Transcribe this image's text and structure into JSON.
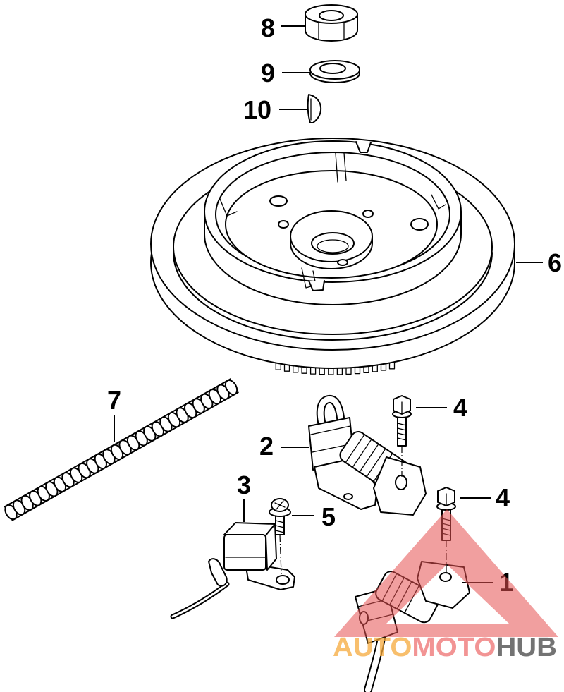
{
  "callouts": {
    "nut": "8",
    "washer": "9",
    "key": "10",
    "flywheel": "6",
    "wire_tube": "7",
    "bolt_upper": "4",
    "coil_upper": "2",
    "module": "3",
    "screw": "5",
    "bolt_lower": "4",
    "coil_lower": "1"
  },
  "watermark": {
    "auto": "AUTO",
    "moto": "MOTO",
    "hub": "HUB"
  },
  "colors": {
    "line": "#000000",
    "watermark_triangle": "#e65050",
    "watermark_auto": "#f5aa3c",
    "watermark_moto": "#eb5a5a",
    "watermark_hub": "#5a5a5a"
  }
}
